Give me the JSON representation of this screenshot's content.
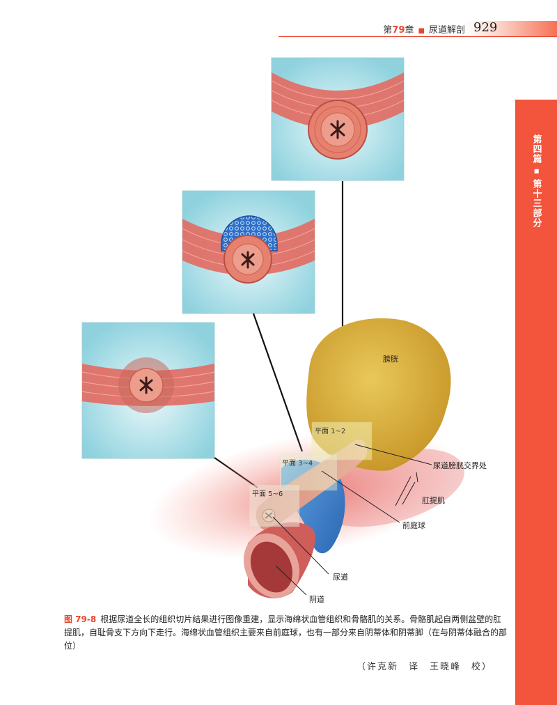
{
  "header": {
    "chapter_prefix": "第",
    "chapter_num": "79",
    "chapter_suffix": "章",
    "chapter_title": "尿道解剖",
    "page_number": "929"
  },
  "side_tab": {
    "part": "第四篇",
    "section": "第十三部分"
  },
  "figure": {
    "planes": [
      "平面 1~2",
      "平面 3~4",
      "平面 5~6"
    ],
    "labels": {
      "bladder": "膀胱",
      "junction": "尿道膀胱交界处",
      "levator": "肛提肌",
      "bulb": "前庭球",
      "urethra": "尿道",
      "vagina": "阴道"
    }
  },
  "caption": {
    "fig_number": "图 79-8",
    "text": "根据尿道全长的组织切片结果进行图像重建，显示海绵状血管组织和骨骼肌的关系。骨骼肌起自两侧盆壁的肛提肌，自耻骨支下方向下走行。海绵状血管组织主要来自前庭球，也有一部分来自阴蒂体和阴蒂脚（在与阴蒂体融合的部位）"
  },
  "credit": "（许克新　译　王晓峰　校）",
  "colors": {
    "accent": "#f2553c",
    "muscle": "#e36a60",
    "bladder": "#d9ad3a",
    "bulb": "#2f7fd0",
    "panel_bg": "#a7dde6"
  }
}
